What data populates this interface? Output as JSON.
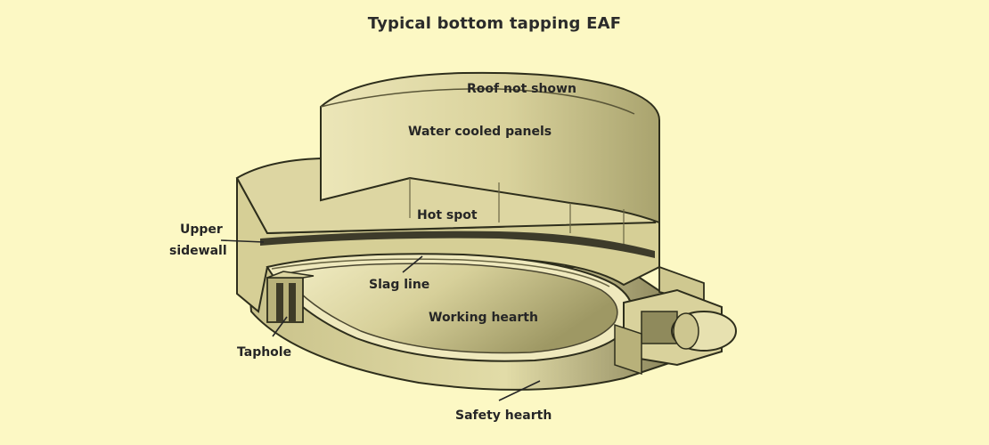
{
  "title": "Typical bottom tapping EAF",
  "labels": {
    "roof": "Roof not shown",
    "panels": "Water cooled panels",
    "hot_spot": "Hot spot",
    "upper_sidewall_1": "Upper",
    "upper_sidewall_2": "sidewall",
    "slag_line": "Slag line",
    "working_hearth": "Working hearth",
    "taphole": "Taphole",
    "safety_hearth": "Safety hearth"
  },
  "colors": {
    "background": "#fcf8c4",
    "outline": "#2e2e1c",
    "shell_light": "#e9e3b4",
    "shell_mid": "#cfc890",
    "shell_dark": "#8f8a5c",
    "refractory_band": "#3d3b2a"
  }
}
